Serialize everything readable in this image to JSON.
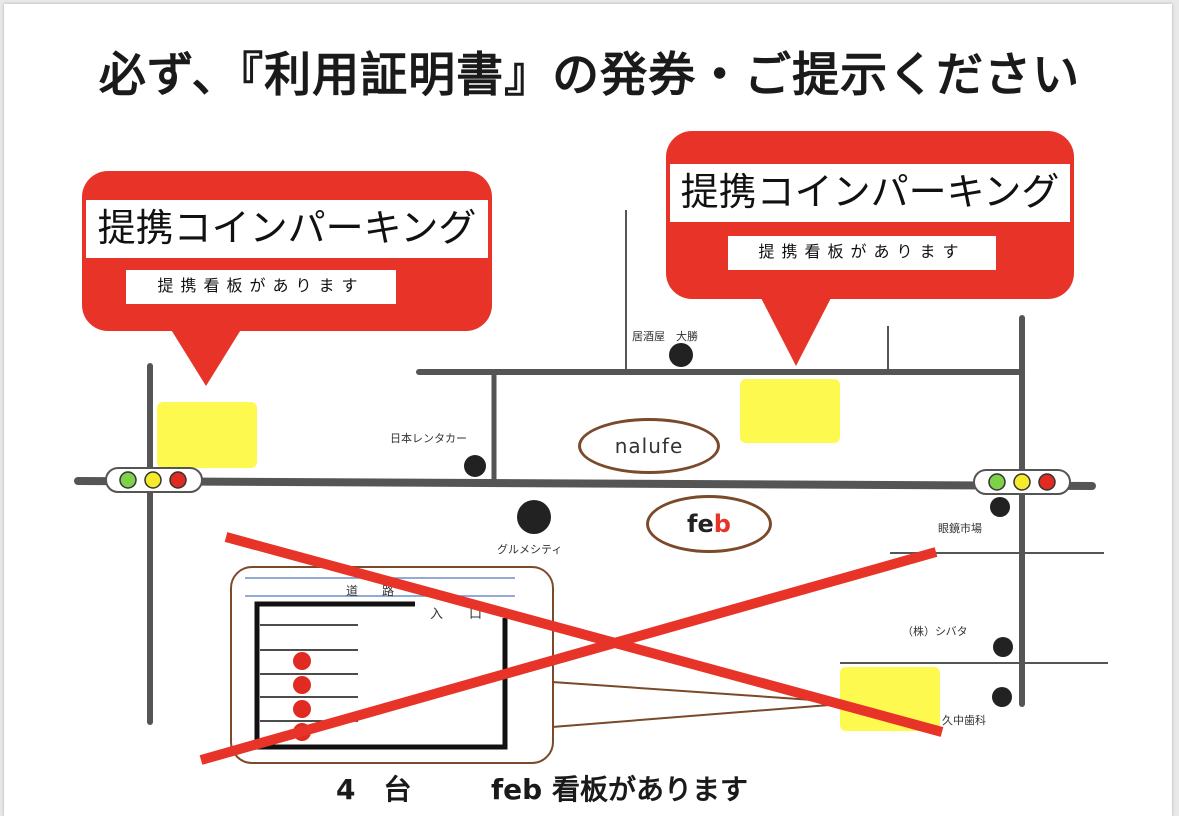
{
  "title": "必ず、『利用証明書』の発券・ご提示ください",
  "callouts": [
    {
      "main": "提携コインパーキング",
      "sub": "提携看板があります"
    },
    {
      "main": "提携コインパーキング",
      "sub": "提携看板があります"
    }
  ],
  "landmarks": {
    "izakaya": "居酒屋　大勝",
    "rental": "日本レンタカー",
    "gourmet": "グルメシティ",
    "optical": "眼鏡市場",
    "shibata": "（株）シバタ",
    "dental": "久中歯科"
  },
  "shops": {
    "nalufe": "nalufe",
    "feb_prefix": "fe",
    "feb_suffix": "b"
  },
  "inset": {
    "road": "道　　路",
    "entrance": "入　　口"
  },
  "footer": {
    "count": "4　台",
    "text": "feb 看板があります"
  },
  "colors": {
    "red": "#e83428",
    "yellow": "#fdf94e",
    "road": "#555555",
    "oval_border": "#7a4a2a",
    "signal_green": "#7dd247",
    "signal_yellow": "#f5ea2c",
    "signal_red": "#e02b22"
  }
}
